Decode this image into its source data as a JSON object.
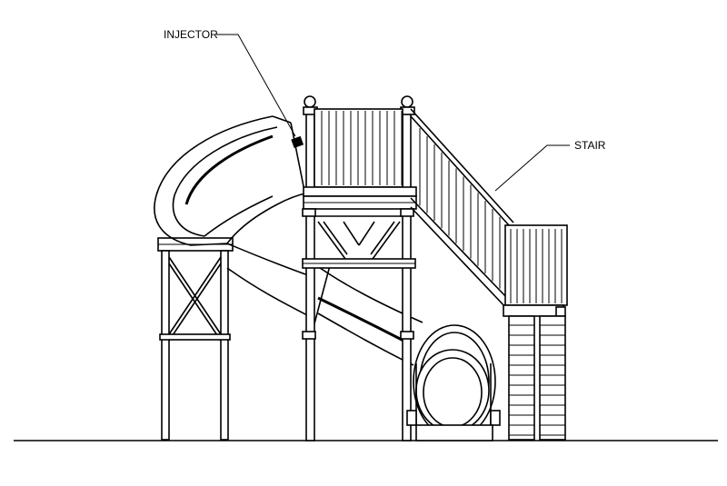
{
  "labels": {
    "injector": "INJECTOR",
    "stair": "STAIR"
  },
  "icons": {
    "slide": "water-slide-drawing",
    "injector": "injector-nozzle-icon"
  },
  "colors": {
    "line": "#000000",
    "background": "#ffffff"
  }
}
